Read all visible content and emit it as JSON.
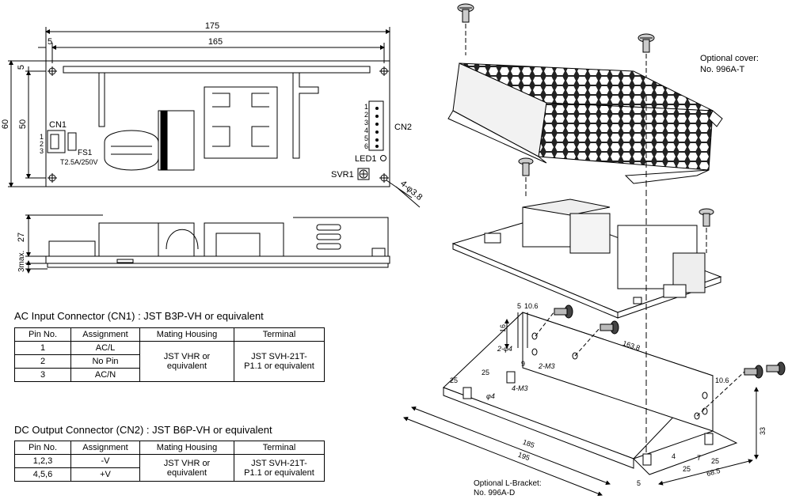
{
  "top_view": {
    "dim_total_length": "175",
    "dim_inner_length": "165",
    "dim_offset_top": "5",
    "dim_offset_left": "5",
    "dim_height": "60",
    "dim_inner_height": "50",
    "cn1_label": "CN1",
    "cn1_pins": [
      "1",
      "2",
      "3"
    ],
    "fuse_label": "FS1",
    "fuse_rating": "T2.5A/250V",
    "cn2_label": "CN2",
    "cn2_pins": [
      "1",
      "2",
      "3",
      "4",
      "5",
      "6"
    ],
    "led_label": "LED1",
    "svr_label": "SVR1",
    "hole_label": "4-φ3.8"
  },
  "side_view": {
    "dim_height": "27",
    "dim_max": "3max."
  },
  "cn1_table": {
    "title": "AC Input Connector (CN1) : JST B3P-VH or equivalent",
    "headers": [
      "Pin No.",
      "Assignment",
      "Mating Housing",
      "Terminal"
    ],
    "rows": [
      [
        "1",
        "AC/L"
      ],
      [
        "2",
        "No Pin"
      ],
      [
        "3",
        "AC/N"
      ]
    ],
    "housing": "JST VHR or equivalent",
    "terminal": "JST SVH-21T-P1.1 or equivalent"
  },
  "cn2_table": {
    "title": "DC Output Connector (CN2) : JST B6P-VH or equivalent",
    "headers": [
      "Pin No.",
      "Assignment",
      "Mating Housing",
      "Terminal"
    ],
    "rows": [
      [
        "1,2,3",
        "-V"
      ],
      [
        "4,5,6",
        "+V"
      ]
    ],
    "housing": "JST VHR or equivalent",
    "terminal": "JST SVH-21T-P1.1 or equivalent"
  },
  "exploded_view": {
    "cover_label_1": "Optional cover:",
    "cover_label_2": "No. 996A-T",
    "bracket_label_1": "Optional L-Bracket:",
    "bracket_label_2": "No. 996A-D",
    "dims": {
      "d5": "5",
      "d10_6a": "10.6",
      "d16": "16",
      "d2phi4": "2-φ4",
      "d9": "9",
      "d2m3": "2-M3",
      "d4m3": "4-M3",
      "d25a": "25",
      "d25b": "25",
      "dphi4": "φ4",
      "d163_8": "163.8",
      "d10_6b": "10.6",
      "d185": "185",
      "d195": "195",
      "d33": "33",
      "d4": "4",
      "d7": "7",
      "d25c": "25",
      "d25d": "25",
      "d68_5": "68.5",
      "d5b": "5"
    }
  }
}
